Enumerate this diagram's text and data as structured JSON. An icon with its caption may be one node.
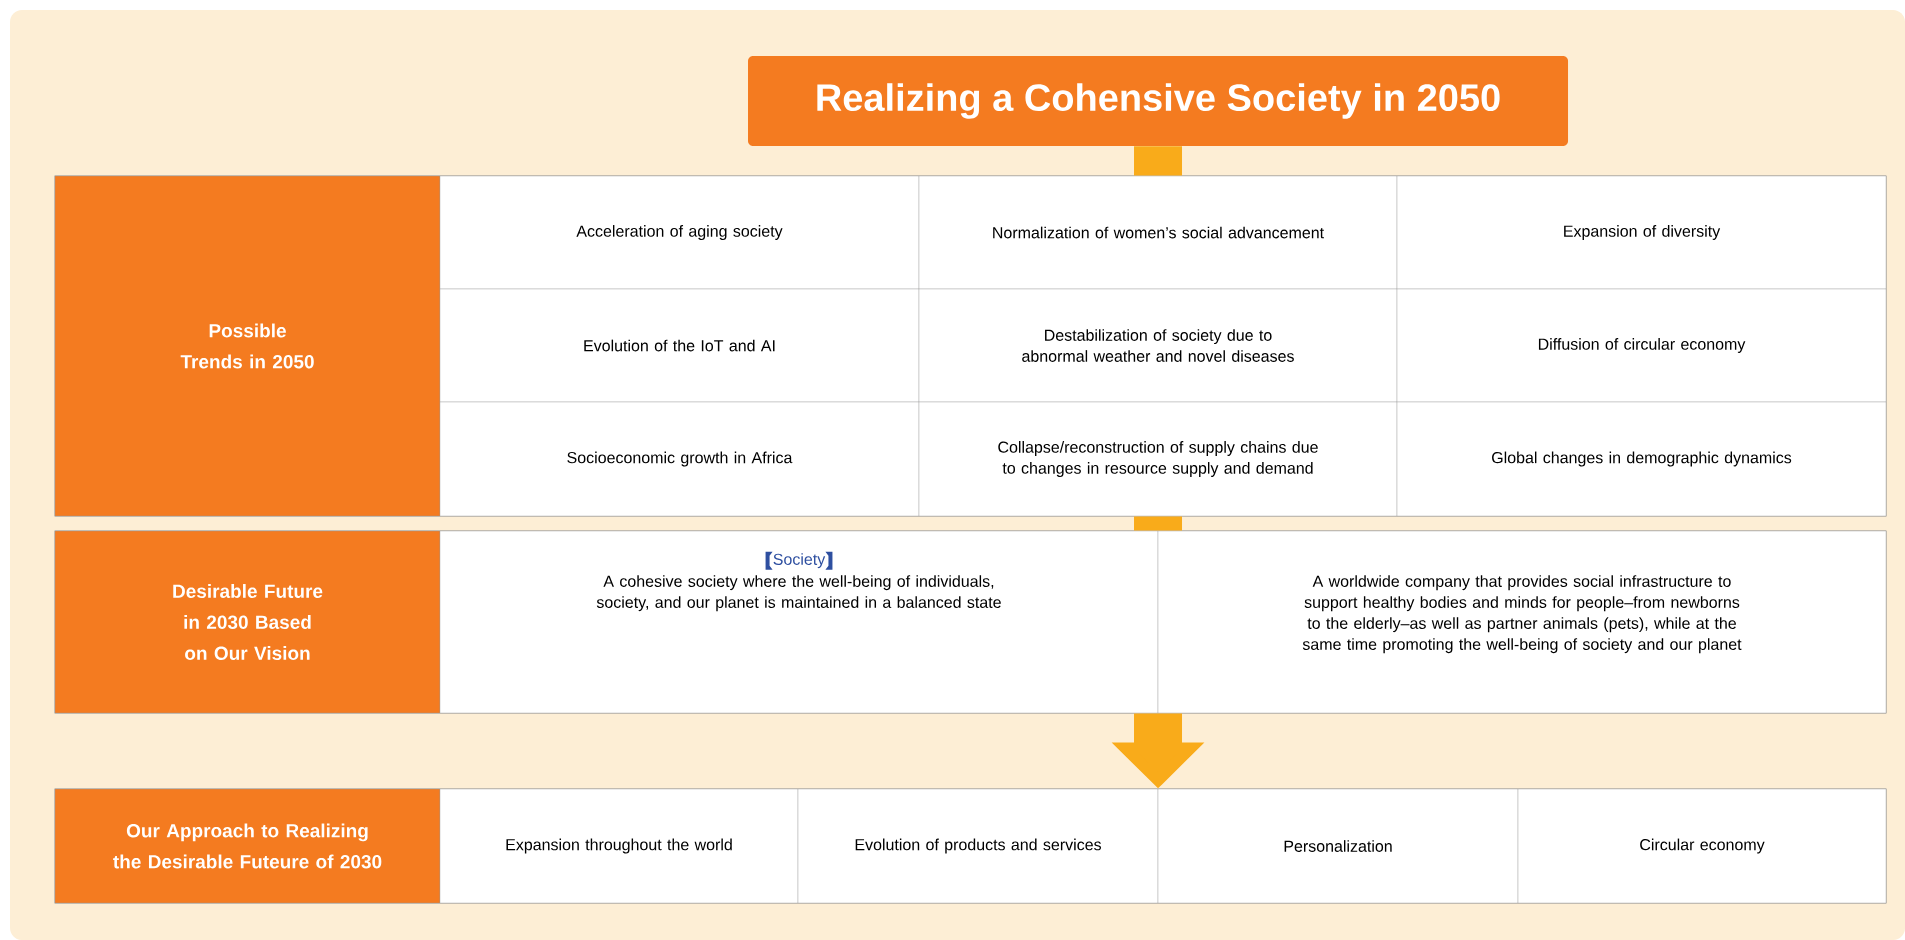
{
  "diagram": {
    "nodes": [
      {
        "text": [
          "Realizing a Cohensive Society in 2050"
        ]
      },
      {
        "text": [],
        "shape": "box"
      },
      {
        "text": [
          "Possible Trends in 2050"
        ],
        "in": 1
      },
      {
        "text": [
          "Acceleration of aging society"
        ],
        "in": 1
      },
      {
        "text": [
          "Normalization of women’s social advancement"
        ],
        "in": 1
      },
      {
        "text": [
          "Expansion of diversity"
        ],
        "in": 1
      },
      {
        "text": [
          "Evolution of the IoT and AI"
        ],
        "in": 1
      },
      {
        "text": [
          "Destabilization of society due to abnormal weather and novel diseases"
        ],
        "in": 1
      },
      {
        "text": [
          "Diffusion of circular economy"
        ],
        "in": 1
      },
      {
        "text": [
          "Socioeconomic growth in Africa"
        ],
        "in": 1
      },
      {
        "text": [
          "Collapse/reconstruction of supply chains due to changes in resource supply and demand"
        ],
        "in": 1
      },
      {
        "text": [
          "Global changes in demographic dynamics"
        ],
        "in": 1
      },
      {
        "text": [],
        "shape": "box"
      },
      {
        "text": [
          "Desirable Future in 2030 Based on Our Vision"
        ],
        "in": 12
      },
      {
        "text": [
          "Society",
          "A cohesive society where the well-being of individuals, society, and our planet is maintained in a balanced state"
        ],
        "in": 12
      },
      {
        "text": [
          "A worldwide company that provides social infrastructure to support healthy bodies and minds for people–from newborns to the elderly–as well as partner animals (pets), while at the same time promoting the well-being of society and our planet"
        ],
        "in": 12
      },
      {
        "text": [],
        "shape": "box"
      },
      {
        "text": [
          "Our Approach to Realizing the Desirable Futeure of 2030"
        ],
        "in": 16
      },
      {
        "text": [
          "Expansion throughout the world"
        ],
        "in": 16
      },
      {
        "text": [
          "Evolution of products and services"
        ],
        "in": 16
      },
      {
        "text": [
          "Personalization"
        ],
        "in": 16
      },
      {
        "text": [
          "Circular economy"
        ],
        "in": 16
      }
    ],
    "edges": [
      {
        "from": 0,
        "to": 1,
        "arrow": "none"
      },
      {
        "from": 1,
        "to": 12,
        "arrow": "none"
      },
      {
        "from": 12,
        "to": 16,
        "arrow": "to"
      }
    ]
  }
}
